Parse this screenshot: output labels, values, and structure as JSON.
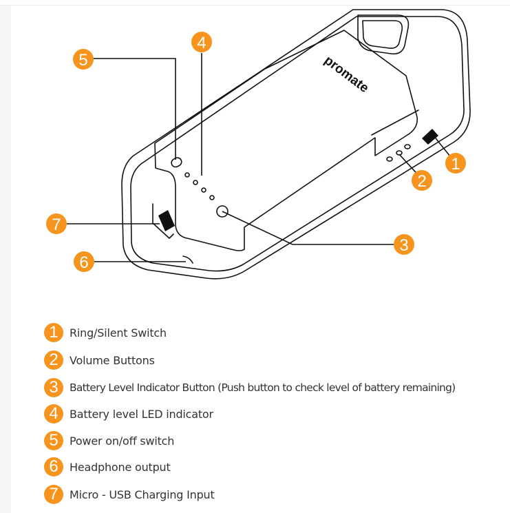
{
  "brand": "promate",
  "accent_color": "#f7941d",
  "line_color": "#111111",
  "callouts": [
    {
      "number": "1",
      "label": "Ring/Silent Switch"
    },
    {
      "number": "2",
      "label": "Volume Buttons"
    },
    {
      "number": "3",
      "label": "Battery Level Indicator Button (Push button to check level of battery remaining)"
    },
    {
      "number": "4",
      "label": "Battery level LED indicator"
    },
    {
      "number": "5",
      "label": "Power on/off switch"
    },
    {
      "number": "6",
      "label": "Headphone output"
    },
    {
      "number": "7",
      "label": "Micro - USB Charging Input"
    }
  ]
}
